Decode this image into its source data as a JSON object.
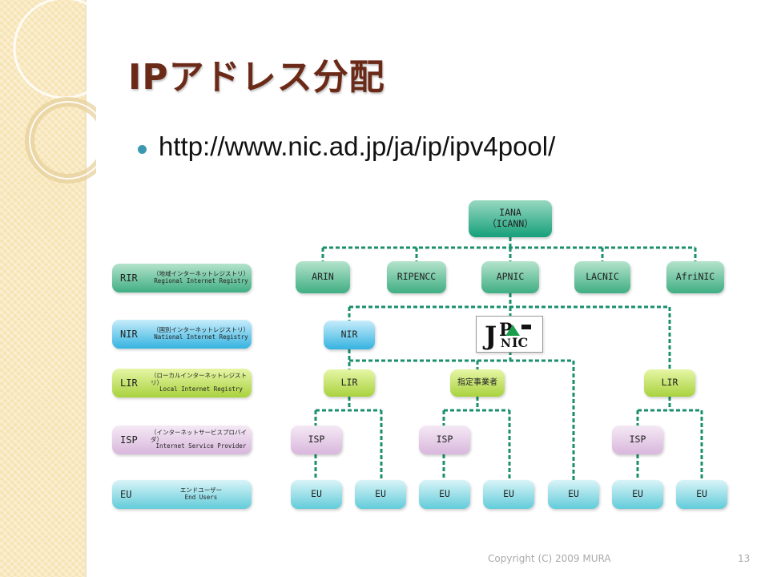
{
  "title": "IPアドレス分配",
  "bullet": "http://www.nic.ad.jp/ja/ip/ipv4pool/",
  "legend": [
    {
      "code": "RIR",
      "jp": "（地域インターネットレジストリ）",
      "en": "Regional Internet Registry",
      "color": "#3fae83"
    },
    {
      "code": "NIR",
      "jp": "（国別インターネットレジストリ）",
      "en": "National Internet Registry",
      "color": "#35b3e0"
    },
    {
      "code": "LIR",
      "jp": "（ローカルインターネットレジストリ）",
      "en": "Local Internet Registry",
      "color": "#a9d23e"
    },
    {
      "code": "ISP",
      "jp": "（インターネットサービスプロバイダ）",
      "en": "Internet Service Provider",
      "color": "#d8b7dc"
    },
    {
      "code": "EU",
      "jp": "エンドユーザー",
      "en": "End Users",
      "color": "#62ccda"
    }
  ],
  "tree": {
    "iana": {
      "line1": "IANA",
      "line2": "（ICANN）"
    },
    "rirs": [
      "ARIN",
      "RIPENCC",
      "APNIC",
      "LACNIC",
      "AfriNIC"
    ],
    "nir": "NIR",
    "jpnic_logo": "JPNIC",
    "lir_left": "LIR",
    "designated": "指定事業者",
    "lir_right": "LIR",
    "isp_left": "ISP",
    "isp_mid": "ISP",
    "isp_right": "ISP",
    "eu_label": "EU"
  },
  "colors": {
    "title": "#6b2a18",
    "connector": "#1a8f6c"
  },
  "footer": {
    "copyright": "Copyright (C) 2009 MURA",
    "page": "13"
  }
}
